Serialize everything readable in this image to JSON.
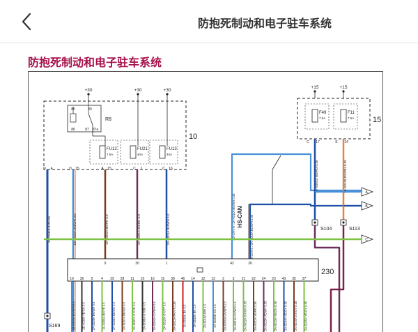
{
  "header": {
    "back_icon": "chevron-left-icon",
    "title": "防抱死制动和电子驻车系统"
  },
  "section": {
    "title": "防抱死制动和电子驻车系统"
  },
  "diagram": {
    "supply_labels": [
      "+30",
      "+30",
      "+30",
      "+15",
      "+15"
    ],
    "relay": {
      "name": "R8",
      "pins": [
        "85",
        "30",
        "86",
        "87",
        "87a"
      ]
    },
    "fuses_left": [
      {
        "name": "FU12",
        "rating": "7.5A"
      },
      {
        "name": "FU21",
        "rating": "40A"
      },
      {
        "name": "FU13",
        "rating": "40A"
      }
    ],
    "fuses_right": [
      {
        "name": "F49",
        "rating": "7.5A"
      },
      {
        "name": "F11",
        "rating": "7.5A"
      }
    ],
    "box_left_number": "10",
    "box_right_number": "15",
    "box_left_pins": [
      "D",
      "D",
      "A",
      "C",
      "C"
    ],
    "box_left_pin_nums": [
      "4",
      "15",
      "15",
      "1",
      "16"
    ],
    "box_right_pins": [
      "C",
      "E"
    ],
    "box_right_pin_nums": [
      "17",
      "14"
    ],
    "wire_labels_left": [
      "2E-V0358 BU/0.35",
      "1B-G000A BN/WH 0.5",
      "2A-S001A BK/PK 4.0",
      "2A-S001A BU/RD 4.0",
      "2A-S001A BU/WH 4.0"
    ],
    "wire_labels_right": [
      "6A-S002D BU/RD 0.35",
      "2E-S011B RD/WH 0.35"
    ],
    "bus_wire_labels": [
      "HS-CAN-H / 2A-V014A BU/WH 0.35",
      "HS-CAN-L / 2A-V015A BU/WH 0.35"
    ],
    "hs_can_label": "HS-CAN",
    "connectors_right": [
      "A",
      "B",
      "C"
    ],
    "splices": [
      "S104",
      "S113",
      "S169"
    ],
    "module": {
      "number": "230",
      "top_pins": [
        "9",
        "30",
        "1",
        "42",
        "26"
      ],
      "bottom_pins": [
        "19",
        "36",
        "5",
        "4",
        "29",
        "28",
        "11",
        "10",
        "16",
        "15",
        "38",
        "46",
        "14",
        "12",
        "13",
        "2",
        "3",
        "21",
        "22",
        "24",
        "23",
        "43",
        "35",
        "37"
      ]
    },
    "bottom_wire_labels": [
      "1B-G000A BN/WH 0.5",
      "2E-V0358 YE/GN 0.5",
      "2A-S008A BK/WH 0.5",
      "2A-S006A BK/YE 0.5",
      "2A-S006A BK/GN 0.5",
      "2A-S007A BK/GN 0.5",
      "2A-S007A GY/YE 0.5",
      "2A-S008A GY/BK 0.5",
      "2A-S010A GY/WH 0.5",
      "2A-S010A GY/VT 0.5",
      "2A-S012A PK/VT 0.35",
      "2A-S019A BN 0.5",
      "2A-S018A BN 1.0",
      "2A-S019A WH 1.5",
      "2A-S020B GN 1.5",
      "2A-S020A GN/WH 1.5",
      "2A-S021A GY/WH 1.5",
      "2A-S022A GY/GN 0.35",
      "2A-S022A YE/PK 0.35",
      "2A-S023A YE/WH 0.35",
      "2A-S023A YE/GN 0.35",
      "2A-S024A YE/OY 0.35",
      "2A-S024A GY/OY 0.35",
      "2A-S025A YE/OY 0.35",
      "2A-S026A YE/OY 0.35",
      "2E-S013A BU/RD 0.35",
      "2E-S031A BU/0.5"
    ],
    "colors": {
      "blue": "#1f4fa6",
      "light_blue": "#4a90d9",
      "green": "#7cc243",
      "brown": "#7a3b1e",
      "purple": "#6a2f5a",
      "orange": "#e9843f",
      "red": "#c81e1e",
      "wine": "#7b1f4b"
    }
  }
}
